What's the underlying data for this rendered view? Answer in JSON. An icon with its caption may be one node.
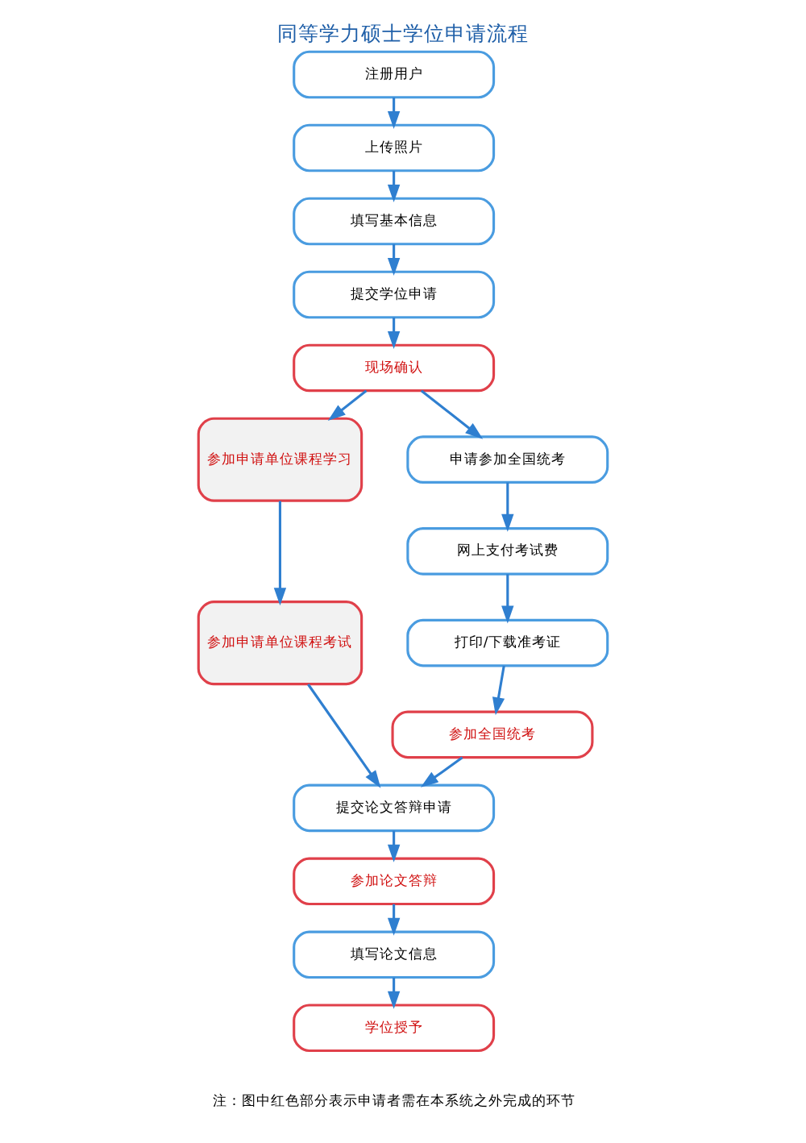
{
  "diagram": {
    "title": "同等学力硕士学位申请流程",
    "caption": "注：图中红色部分表示申请者需在本系统之外完成的环节",
    "nodes": [
      {
        "text": [
          "注册用户"
        ]
      },
      {
        "text": [
          "上传照片"
        ]
      },
      {
        "text": [
          "填写基本信息"
        ]
      },
      {
        "text": [
          "提交学位申请"
        ]
      },
      {
        "text": [
          "现场确认"
        ]
      },
      {
        "text": [
          "参加申请单位课程学习"
        ]
      },
      {
        "text": [
          "参加申请单位课程考试"
        ]
      },
      {
        "text": [
          "申请参加全国统考"
        ]
      },
      {
        "text": [
          "网上支付考试费"
        ]
      },
      {
        "text": [
          "打印/下载准考证"
        ]
      },
      {
        "text": [
          "参加全国统考"
        ]
      },
      {
        "text": [
          "提交论文答辩申请"
        ]
      },
      {
        "text": [
          "参加论文答辩"
        ]
      },
      {
        "text": [
          "填写论文信息"
        ]
      },
      {
        "text": [
          "学位授予"
        ]
      }
    ],
    "edges": [
      {
        "from": 0,
        "to": 1,
        "arrow": "to"
      },
      {
        "from": 1,
        "to": 2,
        "arrow": "to"
      },
      {
        "from": 2,
        "to": 3,
        "arrow": "to"
      },
      {
        "from": 3,
        "to": 4,
        "arrow": "to"
      },
      {
        "from": 4,
        "to": 5,
        "arrow": "to"
      },
      {
        "from": 4,
        "to": 7,
        "arrow": "to"
      },
      {
        "from": 5,
        "to": 6,
        "arrow": "to"
      },
      {
        "from": 7,
        "to": 8,
        "arrow": "to"
      },
      {
        "from": 8,
        "to": 9,
        "arrow": "to"
      },
      {
        "from": 9,
        "to": 10,
        "arrow": "to"
      },
      {
        "from": 6,
        "to": 11,
        "arrow": "to"
      },
      {
        "from": 10,
        "to": 11,
        "arrow": "to"
      },
      {
        "from": 11,
        "to": 12,
        "arrow": "to"
      },
      {
        "from": 12,
        "to": 13,
        "arrow": "to"
      },
      {
        "from": 13,
        "to": 14,
        "arrow": "to"
      }
    ]
  }
}
